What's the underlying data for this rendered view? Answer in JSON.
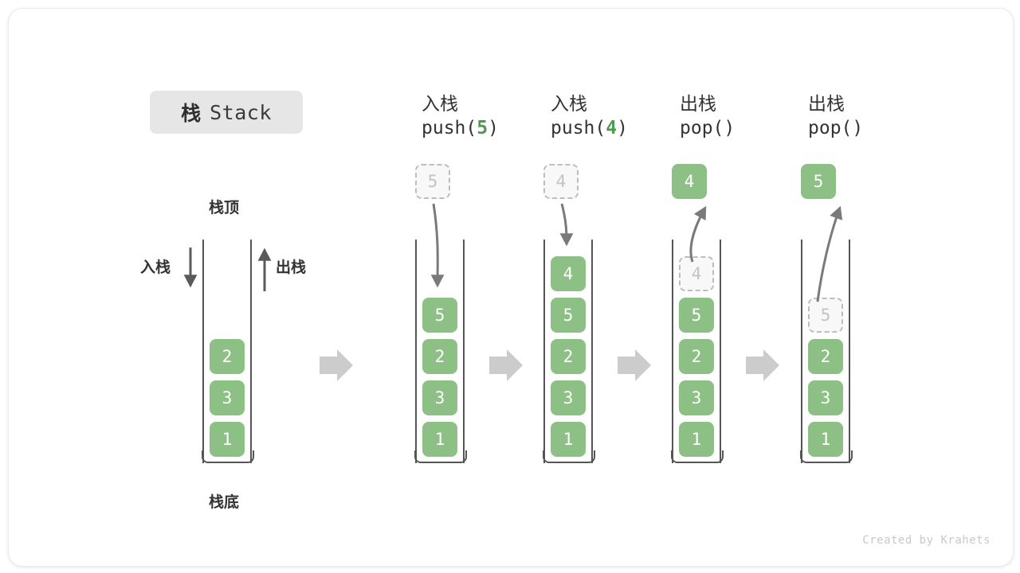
{
  "title": {
    "cn": "栈",
    "en": "Stack"
  },
  "labels": {
    "top": "栈顶",
    "bottom": "栈底",
    "push": "入栈",
    "pop": "出栈"
  },
  "footer": "Created by Krahets",
  "colors": {
    "cell_fill": "#8cc084",
    "cell_text": "#ffffff",
    "ghost_fill": "#f8f8f8",
    "ghost_border": "#bdbdbd",
    "ghost_text": "#c3c3c3",
    "badge_bg": "#e6e6e6",
    "wall": "#555555",
    "flow_arrow": "#cccccc",
    "motion_arrow": "#7a7a7a",
    "accent_green": "#4e9a51"
  },
  "columns": [
    {
      "id": "initial",
      "head_line1": "",
      "head_line2": "",
      "head_arg": "",
      "floating": null,
      "stack": [
        "2",
        "3",
        "1"
      ],
      "ghost_slot": null,
      "annotated": true
    },
    {
      "id": "push-5",
      "head_line1": "入栈",
      "head_line2_prefix": "push(",
      "head_arg": "5",
      "head_line2_suffix": ")",
      "floating": {
        "value": "5",
        "style": "ghost"
      },
      "stack": [
        "5",
        "2",
        "3",
        "1"
      ],
      "ghost_slot": null,
      "arrow_dir": "down"
    },
    {
      "id": "push-4",
      "head_line1": "入栈",
      "head_line2_prefix": "push(",
      "head_arg": "4",
      "head_line2_suffix": ")",
      "floating": {
        "value": "4",
        "style": "ghost"
      },
      "stack": [
        "4",
        "5",
        "2",
        "3",
        "1"
      ],
      "ghost_slot": null,
      "arrow_dir": "down"
    },
    {
      "id": "pop-1",
      "head_line1": "出栈",
      "head_line2_prefix": "pop(",
      "head_arg": "",
      "head_line2_suffix": ")",
      "floating": {
        "value": "4",
        "style": "filled"
      },
      "stack": [
        "5",
        "2",
        "3",
        "1"
      ],
      "ghost_slot": "4",
      "arrow_dir": "up"
    },
    {
      "id": "pop-2",
      "head_line1": "出栈",
      "head_line2_prefix": "pop(",
      "head_arg": "",
      "head_line2_suffix": ")",
      "floating": {
        "value": "5",
        "style": "filled"
      },
      "stack": [
        "2",
        "3",
        "1"
      ],
      "ghost_slot": "5",
      "arrow_dir": "up"
    }
  ],
  "flow_arrow_count": 4
}
